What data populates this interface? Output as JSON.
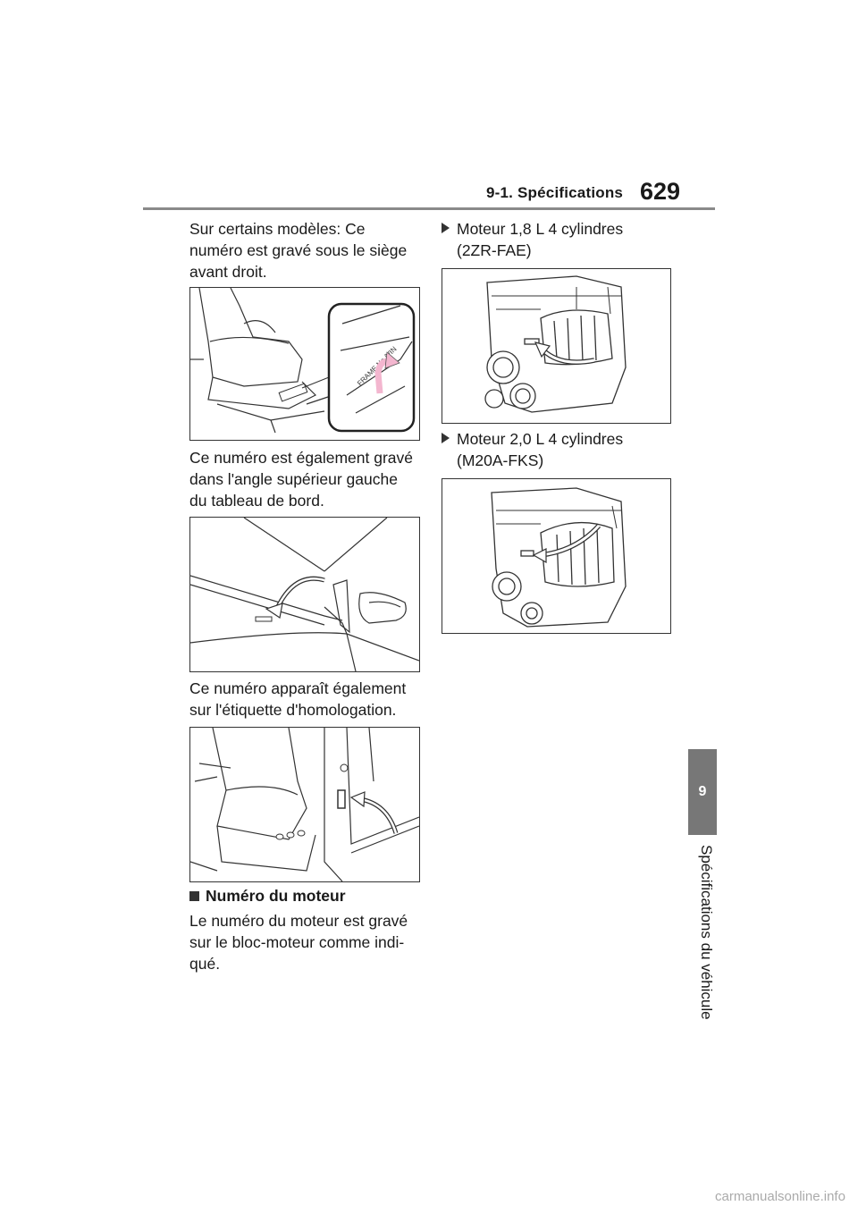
{
  "header": {
    "section": "9-1. Spécifications",
    "page_number": "629"
  },
  "left_column": {
    "para1": [
      "Sur certains modèles: Ce",
      "numéro est gravé sous le siège",
      "avant droit."
    ],
    "para2": [
      "Ce numéro est également gravé",
      "dans l'angle supérieur gauche",
      "du tableau de bord."
    ],
    "para3": [
      "Ce numéro apparaît également",
      "sur l'étiquette d'homologation."
    ],
    "engine_heading": "Numéro du moteur",
    "para4": [
      "Le numéro du moteur est gravé",
      "sur le bloc-moteur comme indi-",
      "qué."
    ],
    "seat_plate_text": "FRAME No./VIN"
  },
  "right_column": {
    "engine1_label": [
      "Moteur 1,8 L 4 cylindres",
      "(2ZR-FAE)"
    ],
    "engine2_label": [
      "Moteur 2,0 L 4 cylindres",
      "(M20A-FKS)"
    ]
  },
  "side": {
    "chapter_number": "9",
    "chapter_title": "Spécifications du véhicule"
  },
  "colors": {
    "accent_pink": "#f3b6cf",
    "tab_gray": "#777777"
  },
  "watermark": "carmanualsonline.info"
}
